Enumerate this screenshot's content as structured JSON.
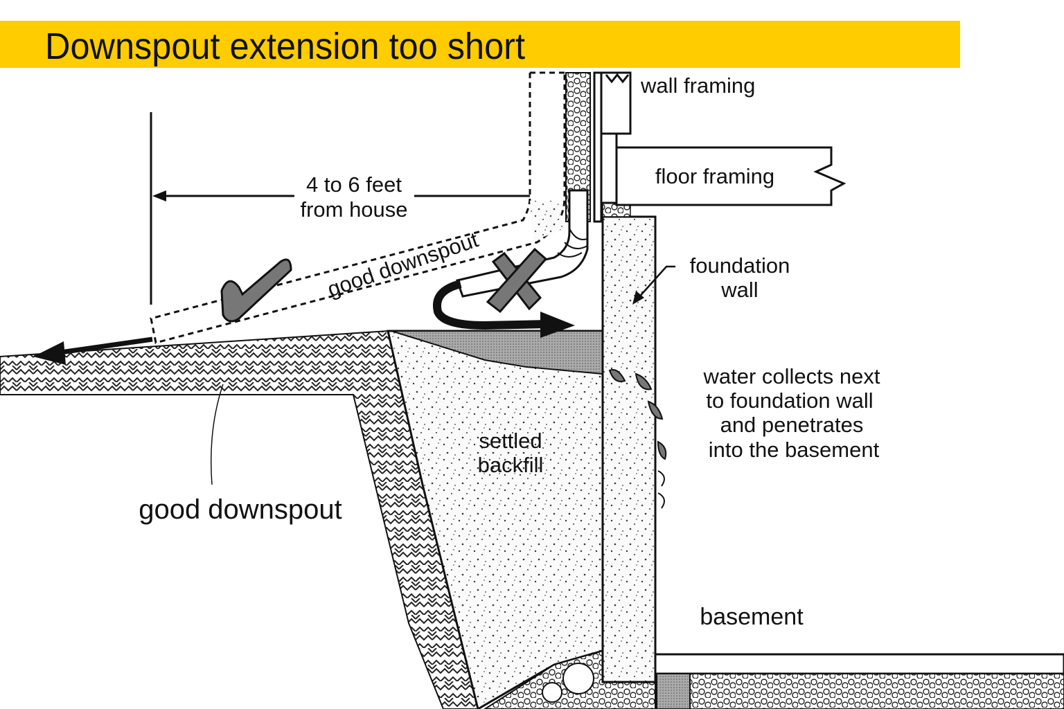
{
  "title": "Downspout extension too short",
  "colors": {
    "banner": "#FFCC00",
    "ink": "#111111",
    "gray": "#777777"
  },
  "labels": {
    "distance_line1": "4 to 6 feet",
    "distance_line2": "from house",
    "pipe_label": "good downspout",
    "wall_framing": "wall framing",
    "floor_framing": "floor framing",
    "foundation_line1": "foundation",
    "foundation_line2": "wall",
    "water_line1": "water collects next",
    "water_line2": "to foundation wall",
    "water_line3": "and penetrates",
    "water_line4": "into the basement",
    "backfill_line1": "settled",
    "backfill_line2": "backfill",
    "ground_label": "good downspout",
    "basement": "basement"
  },
  "icons": {
    "good": "checkmark-icon",
    "bad": "x-mark-icon"
  }
}
